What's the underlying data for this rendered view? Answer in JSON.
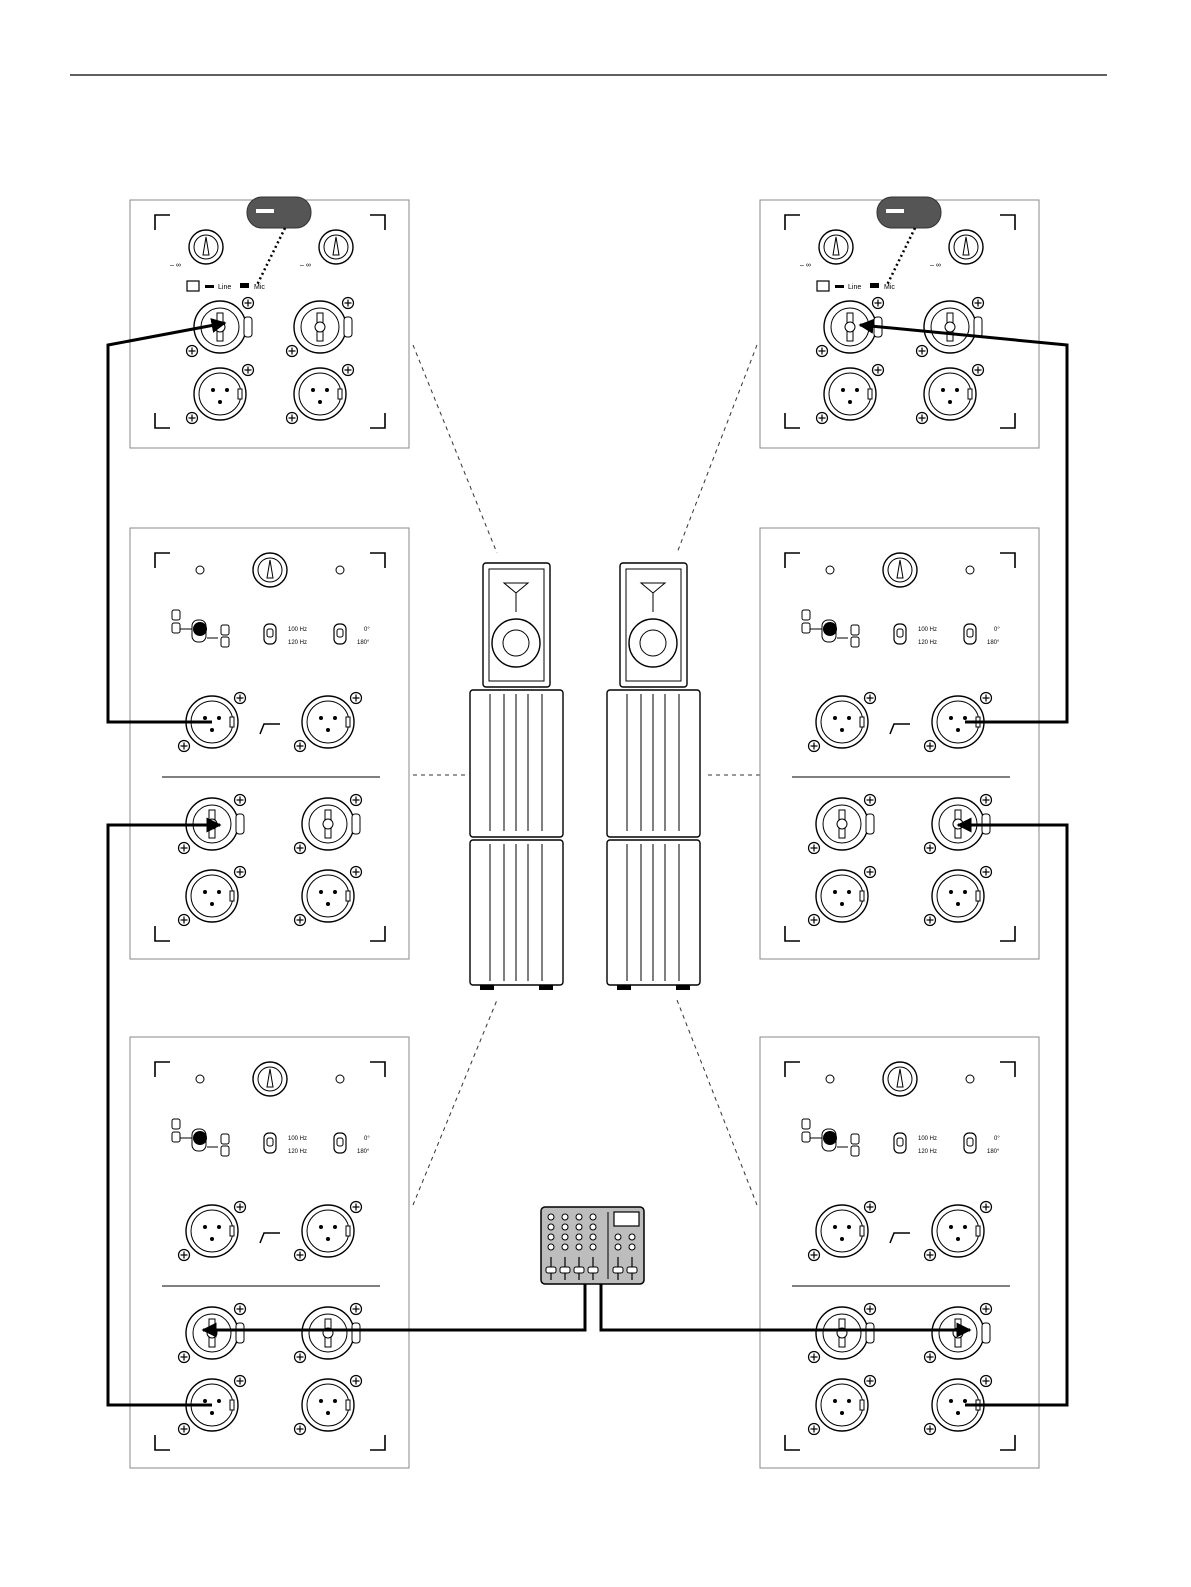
{
  "diagram": {
    "panel_labels": {
      "knob_min": "– ∞",
      "sel_line": "Line",
      "sel_mic": "Mic",
      "hpf_100": "100 Hz",
      "hpf_120": "120 Hz",
      "pol_0": "0°",
      "pol_180": "180°"
    },
    "panels": [
      {
        "id": "top-speaker-left",
        "kind": "top"
      },
      {
        "id": "top-speaker-right",
        "kind": "top"
      },
      {
        "id": "upper-sub-left",
        "kind": "sub"
      },
      {
        "id": "upper-sub-right",
        "kind": "sub"
      },
      {
        "id": "lower-sub-left",
        "kind": "sub"
      },
      {
        "id": "lower-sub-right",
        "kind": "sub"
      }
    ],
    "connections": [
      "mixer-left-out to lower-sub-left combo input",
      "lower-sub-left xlr out to upper-sub-left combo input",
      "upper-sub-left xlr out to top-speaker-left combo input",
      "mixer-right-out to lower-sub-right combo input",
      "lower-sub-right xlr out to upper-sub-right combo input",
      "upper-sub-right xlr out to top-speaker-right combo input"
    ],
    "colors": {
      "line": "#000000",
      "panel_border": "#888888",
      "callout_fill": "#555555"
    }
  }
}
